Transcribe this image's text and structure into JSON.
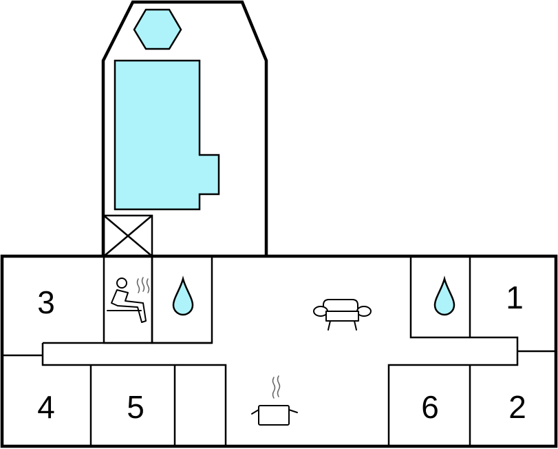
{
  "floor_plan": {
    "rooms": [
      {
        "id": "bedroom-3",
        "label": "3"
      },
      {
        "id": "bedroom-4",
        "label": "4"
      },
      {
        "id": "bedroom-5",
        "label": "5"
      },
      {
        "id": "bedroom-6",
        "label": "6"
      },
      {
        "id": "bedroom-1",
        "label": "1"
      },
      {
        "id": "bedroom-2",
        "label": "2"
      }
    ],
    "icons": [
      "hexagon-icon",
      "pool-icon",
      "stairs-cross-icon",
      "sauna-icon",
      "water-drop-icon",
      "sofa-icon",
      "cooking-pot-icon"
    ],
    "colors": {
      "water": "#aef3fa",
      "walls": "#000000"
    }
  }
}
